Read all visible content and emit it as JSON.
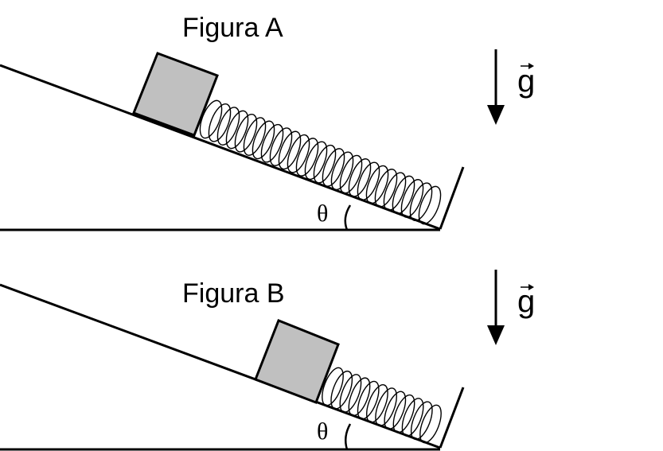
{
  "figure_a": {
    "label": "Figura A",
    "angle_symbol": "θ",
    "gravity_symbol": "g"
  },
  "figure_b": {
    "label": "Figura B",
    "angle_symbol": "θ",
    "gravity_symbol": "g"
  },
  "colors": {
    "block_fill": "#c0c0c0",
    "line": "#000000",
    "background": "#ffffff"
  },
  "icons": [
    "gravity-arrow-icon",
    "vector-arrow-icon",
    "angle-arc-icon",
    "spring-icon"
  ]
}
